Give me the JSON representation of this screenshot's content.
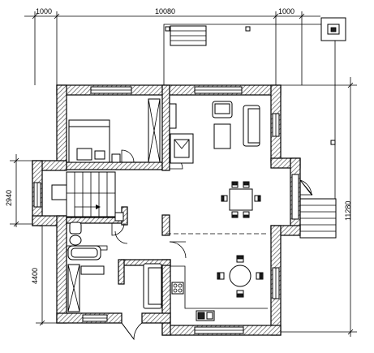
{
  "dimensions": {
    "top_left": "1000",
    "top_center": "10080",
    "top_right": "1000",
    "left_upper": "2940",
    "left_lower": "4400",
    "right": "11280"
  }
}
